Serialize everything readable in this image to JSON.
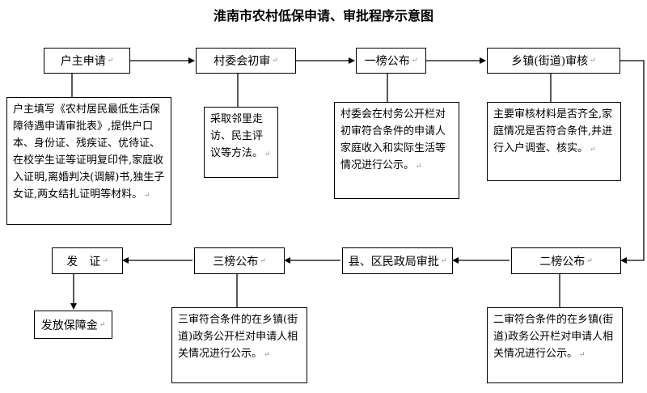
{
  "title": "淮南市农村低保申请、审批程序示意图",
  "steps": {
    "apply": {
      "label": "户主申请",
      "desc": "户主填写《农村居民最低生活保障待遇申请审批表》,提供户口本、身份证、残疾证、优待证、在校学生证等证明复印件,家庭收入证明,离婚判决(调解)书,独生子女证,两女结扎证明等材料。"
    },
    "village": {
      "label": "村委会初审",
      "desc": "采取邻里走访、民主评议等方法。"
    },
    "first": {
      "label": "一榜公布",
      "desc": "村委会在村务公开栏对初审符合条件的申请人家庭收入和实际生活等情况进行公示。"
    },
    "town": {
      "label": "乡镇(街道)审核",
      "desc": "主要审核材料是否齐全,家庭情况是否符合条件,并进行入户调查、核实。"
    },
    "second": {
      "label": "二榜公布",
      "desc": "二审符合条件的在乡镇(街道)政务公开栏对申请人相关情况进行公示。"
    },
    "county": {
      "label": "县、区民政局审批"
    },
    "third": {
      "label": "三榜公布",
      "desc": "三审符合条件的在乡镇(街道)政务公开栏对申请人相关情况进行公示。"
    },
    "issue": {
      "label": "发　证"
    },
    "pay": {
      "label": "发放保障金"
    }
  },
  "return_mark": "↵"
}
